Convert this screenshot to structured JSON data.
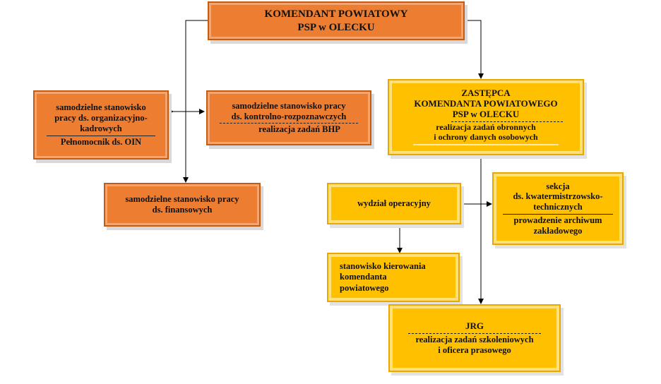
{
  "commander": {
    "line1": "KOMENDANT POWIATOWY",
    "line2": "PSP w OLECKU"
  },
  "deputy": {
    "line1": "ZASTĘPCA",
    "line2": "KOMENDANTA POWIATOWEGO",
    "line3": "PSP w OLECKU",
    "task1": "realizacja zadań obronnych",
    "task2": "i ochrony danych osobowych"
  },
  "hr_post": {
    "line1": "samodzielne stanowisko",
    "line2": "pracy ds. organizacyjno-",
    "line3": "kadrowych",
    "extra": "Pełnomocnik ds. OIN"
  },
  "control_post": {
    "line1": "samodzielne stanowisko pracy",
    "line2": "ds. kontrolno-rozpoznawczych",
    "extra": "realizacja zadań BHP"
  },
  "finance_post": {
    "line1": "samodzielne stanowisko pracy",
    "line2": "ds. finansowych"
  },
  "ops_department": {
    "line1": "wydział operacyjny"
  },
  "quartermaster": {
    "line1": "sekcja",
    "line2": "ds. kwatermistrzowsko-",
    "line3": "technicznych",
    "extra1": "prowadzenie archiwum",
    "extra2": "zakładowego"
  },
  "command_post": {
    "line1": "stanowisko kierowania",
    "line2": "komendanta",
    "line3": "powiatowego"
  },
  "jrg": {
    "line1": "JRG",
    "task1": "realizacja zadań szkoleniowych",
    "task2": "i oficera prasowego"
  },
  "colors": {
    "orange": "#ED7D31",
    "yellow": "#FFC000"
  }
}
